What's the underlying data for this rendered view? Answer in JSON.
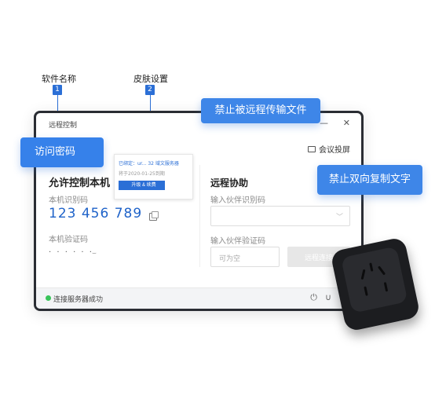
{
  "annotations": {
    "label1": "软件名称",
    "num1": "1",
    "label2": "皮肤设置",
    "num2": "2"
  },
  "callouts": {
    "block_transfer": "禁止被远程传输文件",
    "access_password": "访问密码",
    "block_copy": "禁止双向复制文字"
  },
  "window": {
    "title": "远程控制",
    "minimize": "—",
    "close": "✕",
    "meeting_label": "会议投屏",
    "popover": {
      "line1": "已绑定：ur... 32 域文服务器",
      "line2": "将于2020-01-25到期",
      "button": "升级 & 续费"
    },
    "left": {
      "title": "允许控制本机",
      "id_label": "本机识别码",
      "id_value": "123 456 789",
      "code_label": "本机验证码",
      "code_value": "· · · · · ·"
    },
    "right": {
      "title": "远程协助",
      "partner_id_label": "输入伙伴识别码",
      "partner_code_label": "输入伙伴验证码",
      "partner_code_placeholder": "可为空",
      "connect_button": "远程连接"
    },
    "footer": {
      "status": "连接服务器成功"
    }
  },
  "colors": {
    "accent": "#2b6fd6",
    "callout": "#3e86e8",
    "status_ok": "#39c45a"
  }
}
